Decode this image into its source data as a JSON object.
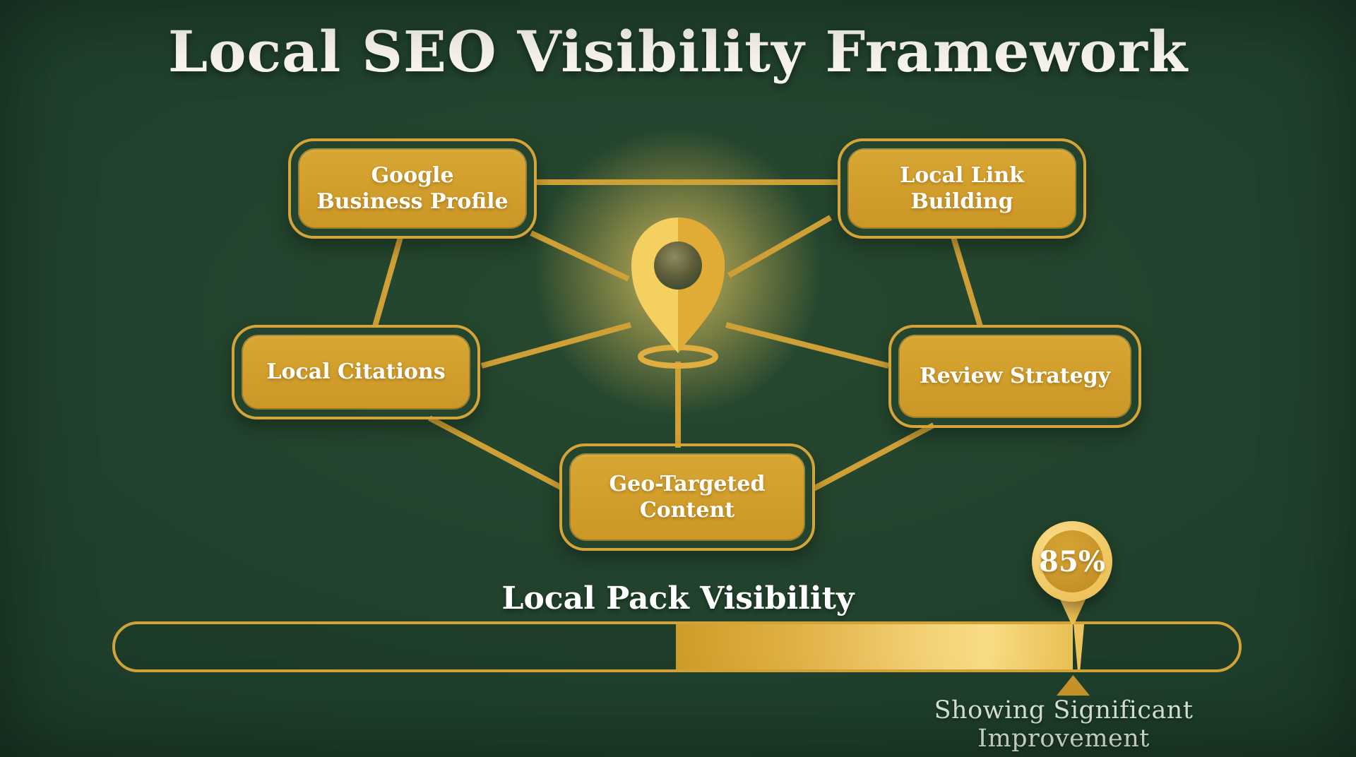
{
  "title": "Local SEO Visibility Framework",
  "center_icon": "location-pin-icon",
  "colors": {
    "background_green": "#1e3d2b",
    "node_fill_amber": "#d19e2b",
    "border_gold": "#d4a438",
    "connector_gold": "#cfa035",
    "pin_light": "#f4d061",
    "pin_dark": "#e0ac36",
    "bar_fill_highlight": "#f6d36e",
    "text_white": "#ffffff",
    "caption_text": "#dde9dc"
  },
  "nodes": [
    {
      "id": "google-business-profile",
      "label": "Google Business Profile"
    },
    {
      "id": "local-link-building",
      "label": "Local Link Building"
    },
    {
      "id": "local-citations",
      "label": "Local Citations"
    },
    {
      "id": "review-strategy",
      "label": "Review Strategy"
    },
    {
      "id": "geo-targeted-content",
      "label": "Geo-Targeted Content"
    }
  ],
  "progress": {
    "label": "Local Pack Visibility",
    "percent": "85%",
    "caption": "Showing Significant Improvement"
  }
}
